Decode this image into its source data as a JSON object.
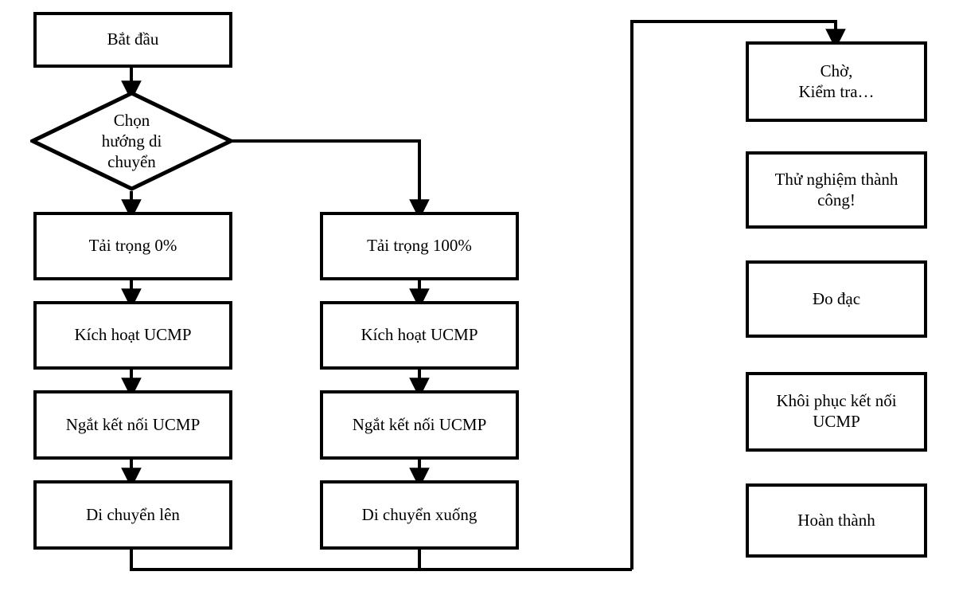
{
  "diagram": {
    "title": "Quy trinh thu nghiem UCMP",
    "type": "flowchart",
    "background_color": "#ffffff",
    "line_color": "#000000",
    "text_color": "#000000"
  },
  "nodes": {
    "start": {
      "label": "Bắt đầu",
      "shape": "process"
    },
    "decision": {
      "label": "Chọn\nhướng di\nchuyển",
      "shape": "decision"
    },
    "left": [
      {
        "label": "Tải trọng 0%",
        "shape": "process"
      },
      {
        "label": "Kích hoạt UCMP",
        "shape": "process"
      },
      {
        "label": "Ngắt kết nối UCMP",
        "shape": "process"
      },
      {
        "label": "Di chuyển lên",
        "shape": "process"
      }
    ],
    "middle": [
      {
        "label": "Tải trọng 100%",
        "shape": "process"
      },
      {
        "label": "Kích hoạt UCMP",
        "shape": "process"
      },
      {
        "label": "Ngắt kết nối UCMP",
        "shape": "process"
      },
      {
        "label": "Di chuyển xuống",
        "shape": "process"
      }
    ],
    "right": [
      {
        "label": "Chờ,\nKiểm tra…",
        "shape": "process"
      },
      {
        "label": "Thử nghiệm thành\ncông!",
        "shape": "process"
      },
      {
        "label": "Đo đạc",
        "shape": "process"
      },
      {
        "label": "Khôi phục kết nối\nUCMP",
        "shape": "process"
      },
      {
        "label": "Hoàn thành",
        "shape": "process"
      }
    ]
  }
}
